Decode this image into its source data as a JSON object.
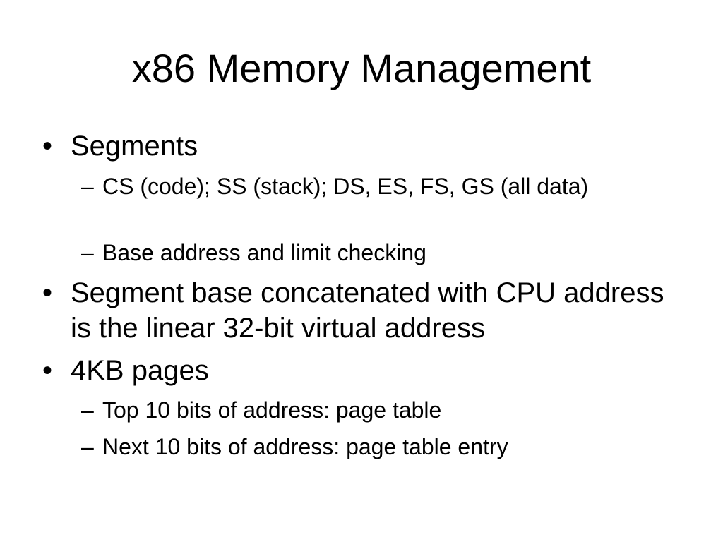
{
  "slide": {
    "title": "x86 Memory Management",
    "bullets": [
      {
        "marker": "•",
        "text": "Segments",
        "subitems": [
          {
            "marker": "–",
            "text": "CS (code); SS (stack); DS, ES, FS, GS (all data)"
          },
          {
            "marker": "–",
            "text": "Base address and limit checking"
          }
        ]
      },
      {
        "marker": "•",
        "text": "Segment base concatenated with CPU address is the linear 32-bit virtual address",
        "subitems": []
      },
      {
        "marker": "•",
        "text": "4KB pages",
        "subitems": [
          {
            "marker": "–",
            "text": "Top 10 bits of address: page table"
          },
          {
            "marker": "–",
            "text": "Next 10 bits of address: page table entry"
          }
        ]
      }
    ]
  }
}
